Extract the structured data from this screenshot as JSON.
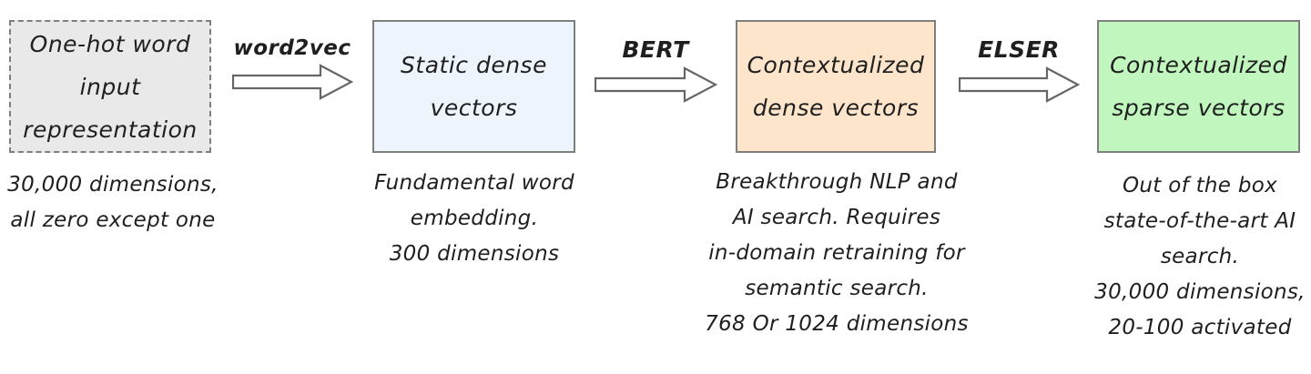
{
  "diagram": {
    "stages": [
      {
        "title_lines": [
          "One-hot word",
          "input",
          "representation"
        ],
        "caption_lines": [
          "30,000 dimensions,",
          "all zero except one"
        ],
        "fill": "#e9e9e9",
        "border_style": "dashed"
      },
      {
        "title_lines": [
          "Static dense",
          "vectors"
        ],
        "caption_lines": [
          "Fundamental word",
          "embedding.",
          "300 dimensions"
        ],
        "fill": "#eef4fc",
        "border_style": "solid"
      },
      {
        "title_lines": [
          "Contextualized",
          "dense vectors"
        ],
        "caption_lines": [
          "Breakthrough NLP and",
          "AI search. Requires",
          "in-domain retraining for",
          "semantic search.",
          "768 Or 1024 dimensions"
        ],
        "fill": "#fce5cb",
        "border_style": "solid"
      },
      {
        "title_lines": [
          "Contextualized",
          "sparse vectors"
        ],
        "caption_lines": [
          "Out of the box",
          "state-of-the-art AI",
          "search.",
          "30,000 dimensions,",
          "20-100 activated"
        ],
        "fill": "#c1f7bf",
        "border_style": "solid"
      }
    ],
    "arrows": [
      {
        "label": "word2vec"
      },
      {
        "label": "BERT"
      },
      {
        "label": "ELSER"
      }
    ],
    "colors": {
      "box_border": "#7f7f7f",
      "arrow_stroke": "#666666",
      "text": "#1f1f1f",
      "background": "#ffffff"
    }
  }
}
